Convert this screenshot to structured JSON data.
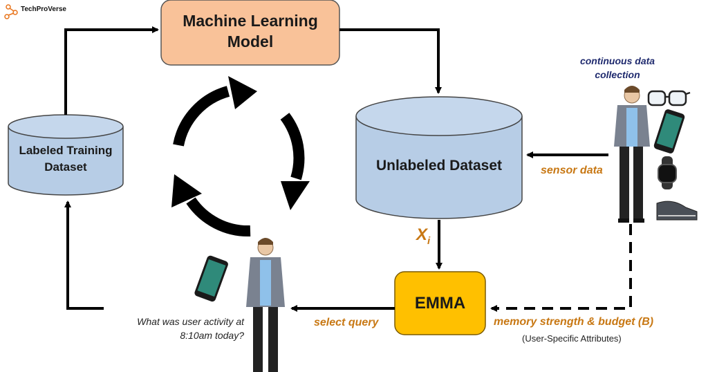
{
  "brand": {
    "name": "TechProVerse"
  },
  "nodes": {
    "ml_model": {
      "title": "Machine Learning Model",
      "line1": "Machine Learning",
      "line2": "Model",
      "fill": "#f9c299"
    },
    "labeled_dataset": {
      "line1": "Labeled Training",
      "line2": "Dataset",
      "fill": "#b7cde6"
    },
    "unlabeled_dataset": {
      "label": "Unlabeled Dataset",
      "fill": "#b7cde6"
    },
    "emma": {
      "label": "EMMA",
      "fill": "#ffc000"
    }
  },
  "edge_labels": {
    "continuous_line1": "continuous data",
    "continuous_line2": "collection",
    "sensor_data": "sensor data",
    "xi_base": "X",
    "xi_sub": "i",
    "select_query": "select query",
    "memory": "memory strength & budget (B)",
    "user_attrs": "(User-Specific Attributes)"
  },
  "question": {
    "line1": "What was user activity at",
    "line2": "8:10am today?"
  },
  "colors": {
    "accent_orange": "#c87814",
    "navy": "#1f2a6e",
    "arrow": "#000000"
  }
}
